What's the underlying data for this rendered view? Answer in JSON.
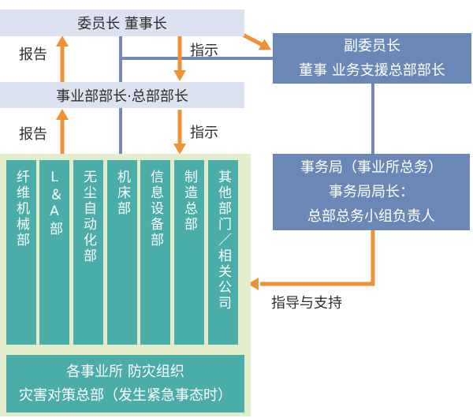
{
  "diagram": {
    "type": "org-emergency-structure-chart",
    "top_box": {
      "label": "委员长 董事长"
    },
    "mid_box": {
      "label": "事业部部长·总部部长"
    },
    "vice_box": {
      "line1": "副委员长",
      "line2": "董事 业务支援总部部长"
    },
    "office_box": {
      "line1": "事务局（事业所总务）",
      "line2": "事务局局长：",
      "line3": "总部总务小组负责人"
    },
    "flow_labels": {
      "report_top": "报告",
      "instruct_top": "指示",
      "report_mid": "报告",
      "instruct_mid": "指示",
      "guidance": "指导与支持"
    },
    "departments": [
      {
        "label": "纤维机械部"
      },
      {
        "label": "L＆A部"
      },
      {
        "label": "无尘自动化部"
      },
      {
        "label": "机床部"
      },
      {
        "label": "信息设备部"
      },
      {
        "label": "制造总部"
      },
      {
        "label": "其他部门／相关公司"
      }
    ],
    "bottom_box": {
      "line1": "各事业所 防灾组织",
      "line2": "灾害对策总部（发生紧急事态时）"
    },
    "colors": {
      "lavender_box": "#dce2ef",
      "blue_box": "#6b87b5",
      "blue_line": "#7289b8",
      "teal_box": "#4aada7",
      "pale_green_panel": "#e3edcb",
      "orange_arrow": "#ef9134",
      "text_dark": "#2e2e2e",
      "text_light": "#ffffff"
    }
  }
}
